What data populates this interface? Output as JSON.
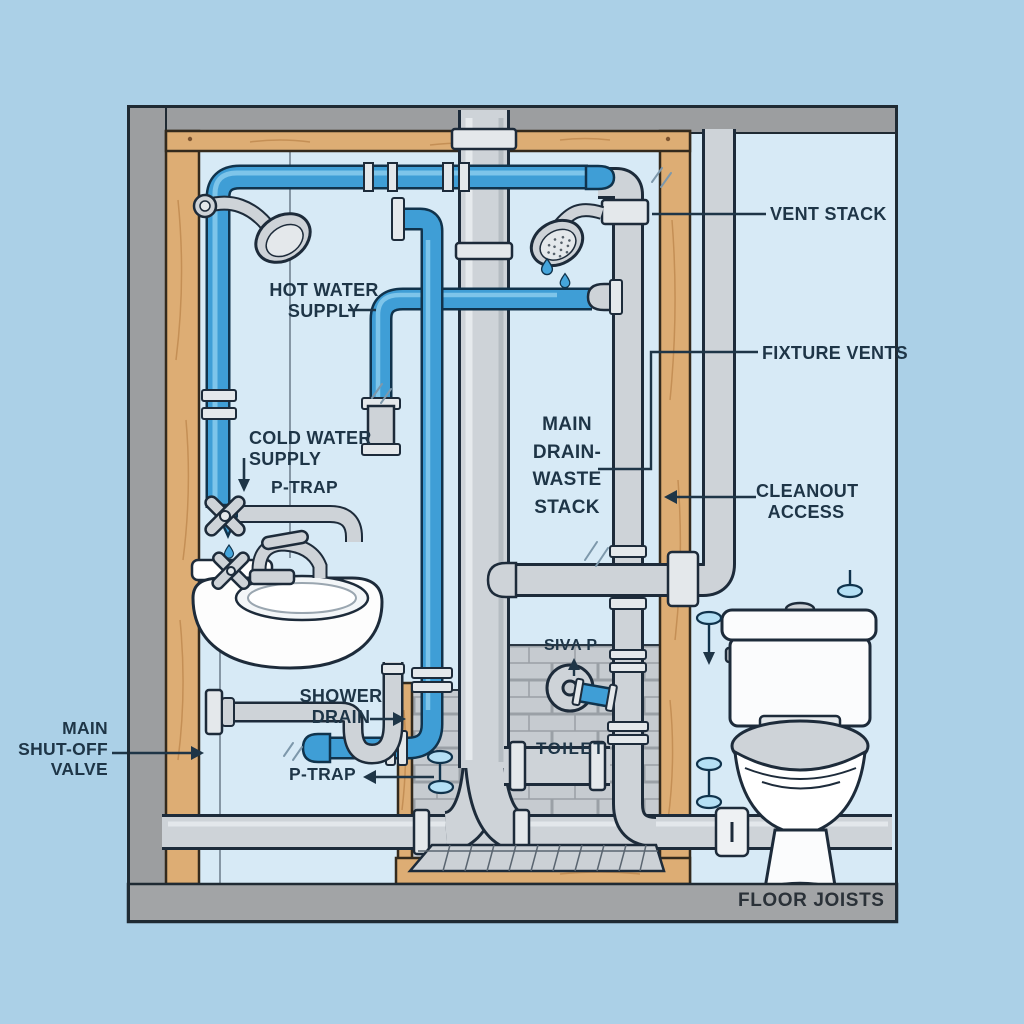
{
  "title": "Bathroom rough-in plumbing diagram",
  "labels": {
    "vent_stack": "VENT STACK",
    "fixture_vents": "FIXTURE VENTS",
    "cleanout_access": "CLEANOUT\nACCESS",
    "hot_water_supply": "HOT WATER\nSUPPLY",
    "cold_water_supply": "COLD WATER\nSUPPLY",
    "p_trap_sink": "P-TRAP",
    "main_drain_waste_stack": "MAIN\nDRAIN-\nWASTE\nSTACK",
    "shower_drain": "SHOWER\nDRAIN",
    "p_trap_shower": "P-TRAP",
    "toilet": "TOILET",
    "s_trap_misprint": "SIVΛ P",
    "main_shutoff_valve": "MAIN\nSHUT-OFF\nVALVE",
    "floor_joists": "FLOOR JOISTS"
  },
  "icons": {
    "shower_head": "cone shower head with dotted spray face",
    "water_drop": "blue teardrop",
    "flow_indicator": "small blue ellipse marker with stem/arrow",
    "cross_valve_handle": "x-shaped valve handle",
    "cleanout_plug": "rounded plug with I mark"
  },
  "colors": {
    "outer_background": "#abd0e7",
    "inner_background": "#d7eaf6",
    "frame_gray": "#9c9ea0",
    "floor_gray": "#a2a4a6",
    "wood": "#ddad74",
    "supply_pipe_blue": "#3f9ed6",
    "drain_pipe_gray": "#ced3d8",
    "tile_gray": "#c6cbd0",
    "outline_dark": "#1d2b3a",
    "label_text": "#1e3547"
  }
}
